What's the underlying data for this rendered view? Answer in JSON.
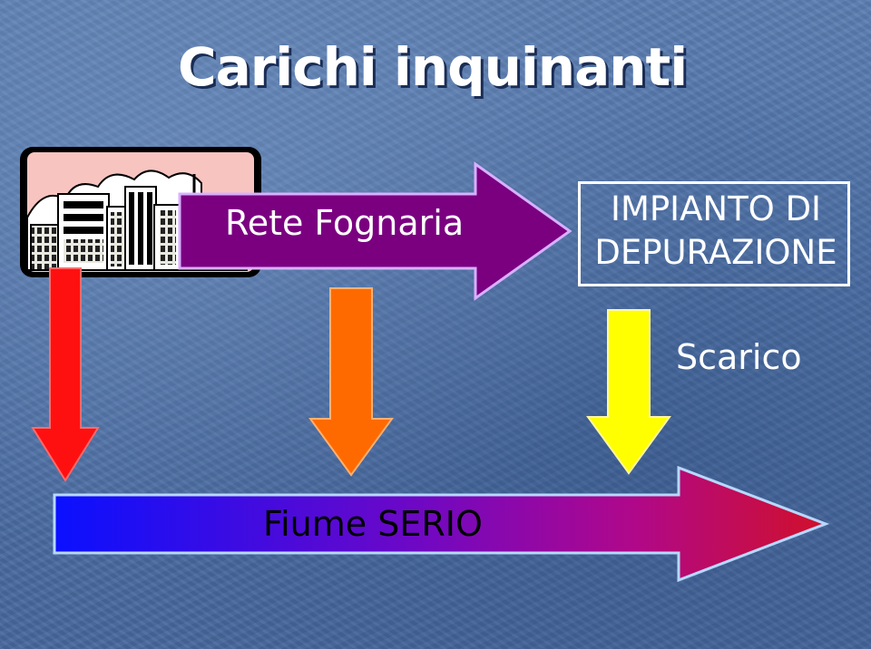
{
  "title": "Carichi inquinanti",
  "labels": {
    "rete_fognaria": "Rete Fognaria",
    "impianto": "IMPIANTO DI DEPURAZIONE",
    "scarico": "Scarico",
    "fiume": "Fiume SERIO"
  },
  "icons": {
    "city": "city-skyline-icon"
  },
  "colors": {
    "background": "#4e71a7",
    "rete_arrow": "#7a0080",
    "arrow_red": "#ff1010",
    "arrow_orange": "#ff6a00",
    "arrow_yellow": "#ffff00",
    "river_start": "#0a10ff",
    "river_mid": "#8a0aa8",
    "river_end": "#d0102a"
  }
}
